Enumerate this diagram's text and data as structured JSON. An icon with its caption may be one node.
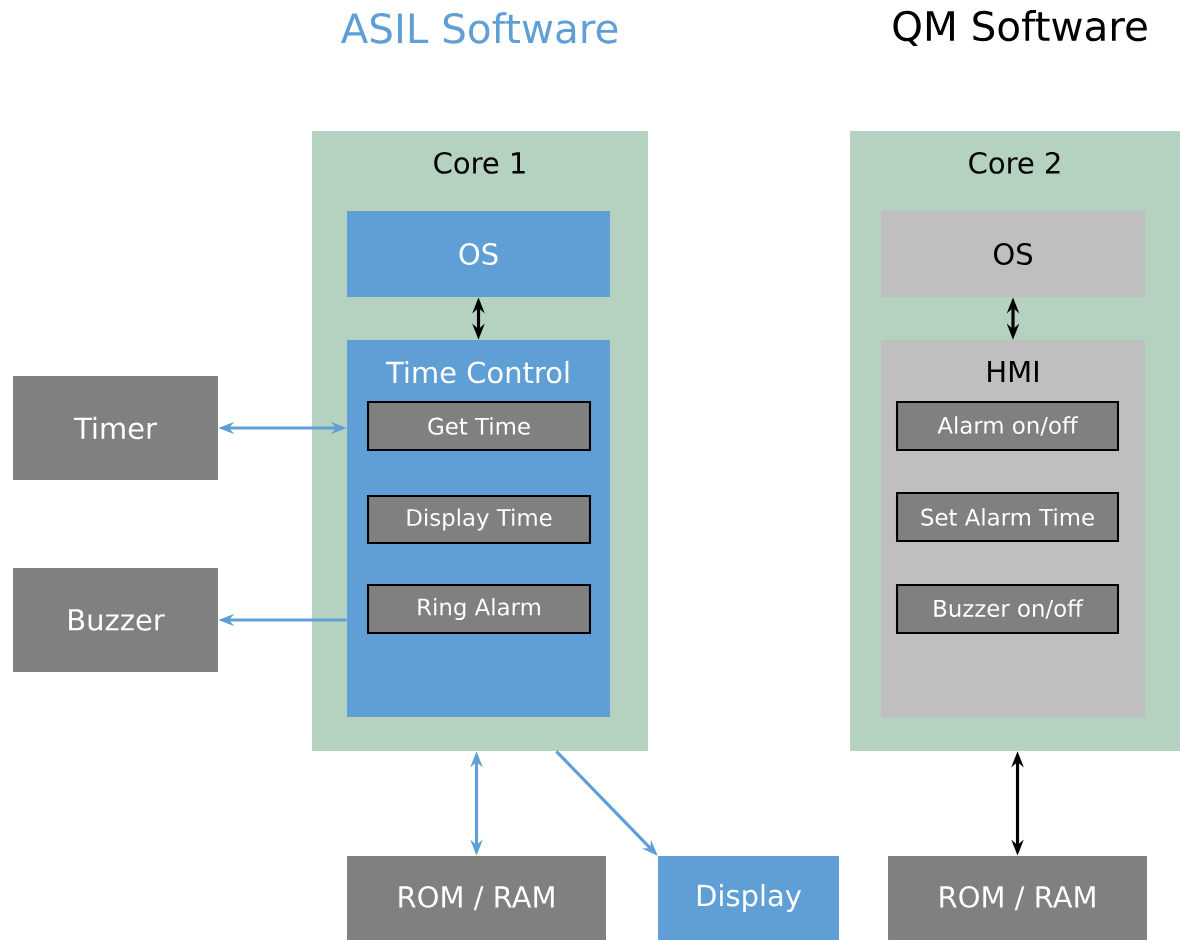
{
  "diagram": {
    "nodes": [
      {
        "text": [
          "Core 1"
        ]
      },
      {
        "text": [
          "OS"
        ],
        "in": 0
      },
      {
        "text": [
          "Time Control"
        ],
        "in": 0
      },
      {
        "text": [
          "Get Time"
        ],
        "in": 2
      },
      {
        "text": [
          "Display Time"
        ],
        "in": 2
      },
      {
        "text": [
          "Ring Alarm"
        ],
        "in": 2
      },
      {
        "text": [
          "Core 2"
        ]
      },
      {
        "text": [
          "OS"
        ],
        "in": 6
      },
      {
        "text": [
          "HMI"
        ],
        "in": 6
      },
      {
        "text": [
          "Alarm on/off"
        ],
        "in": 8
      },
      {
        "text": [
          "Set Alarm Time"
        ],
        "in": 8
      },
      {
        "text": [
          "Buzzer on/off"
        ],
        "in": 8
      },
      {
        "text": [
          "Timer"
        ]
      },
      {
        "text": [
          "Buzzer"
        ]
      },
      {
        "text": [
          "ROM / RAM"
        ]
      },
      {
        "text": [
          "Display"
        ]
      },
      {
        "text": [
          "ROM / RAM"
        ]
      }
    ],
    "edges": [
      {
        "from": 1,
        "to": 2,
        "arrow": "both",
        "color": "#000000"
      },
      {
        "from": 7,
        "to": 8,
        "arrow": "both",
        "color": "#000000"
      },
      {
        "from": 12,
        "to": 2,
        "arrow": "both"
      },
      {
        "from": 2,
        "to": 13,
        "arrow": "to"
      },
      {
        "from": 0,
        "to": 14,
        "arrow": "both"
      },
      {
        "from": 0,
        "to": 15,
        "arrow": "to"
      },
      {
        "from": 6,
        "to": 16,
        "arrow": "both",
        "color": "#000000"
      }
    ],
    "labels": [
      "ASIL Software",
      "QM Software"
    ]
  }
}
